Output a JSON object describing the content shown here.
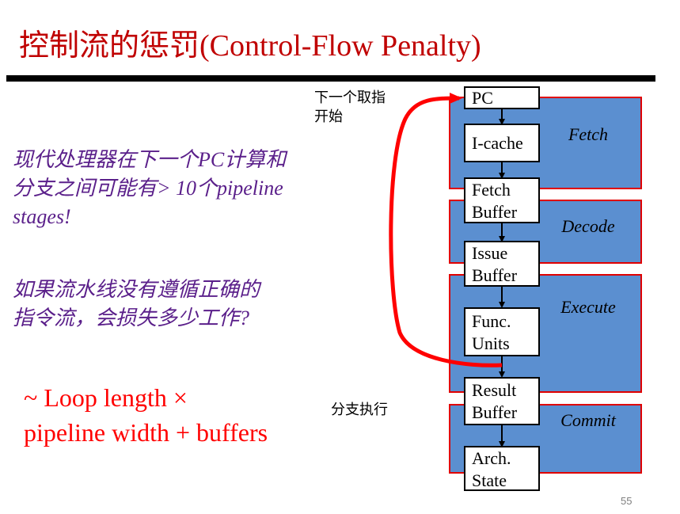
{
  "slide": {
    "title": "控制流的惩罚(Control-Flow Penalty)",
    "page_number": "55"
  },
  "left": {
    "para1": "现代处理器在下一个PC计算和分支之间可能有> 10个pipeline stages!",
    "para2": "如果流水线没有遵循正确的指令流，会损失多少工作?",
    "formula_line1": "~ Loop length × ",
    "formula_line2": "pipeline width + buffers"
  },
  "annotations": {
    "next_fetch_line1": "下一个取指",
    "next_fetch_line2": "开始",
    "branch_exec": "分支执行"
  },
  "stages": {
    "fetch": "Fetch",
    "decode": "Decode",
    "execute": "Execute",
    "commit": "Commit"
  },
  "boxes": {
    "pc": "PC",
    "icache": "I-cache",
    "fetch_buffer": [
      "Fetch",
      "Buffer"
    ],
    "issue_buffer": [
      "Issue",
      "Buffer"
    ],
    "func_units": [
      "Func.",
      "Units"
    ],
    "result_buffer": [
      "Result",
      "Buffer"
    ],
    "arch_state": [
      "Arch.",
      "State"
    ]
  },
  "colors": {
    "title": "#c00000",
    "stage_fill": "#5b8fd0",
    "stage_border": "#e00000",
    "loop_arrow": "#ff0000",
    "purple_text": "#5a1f8a"
  }
}
